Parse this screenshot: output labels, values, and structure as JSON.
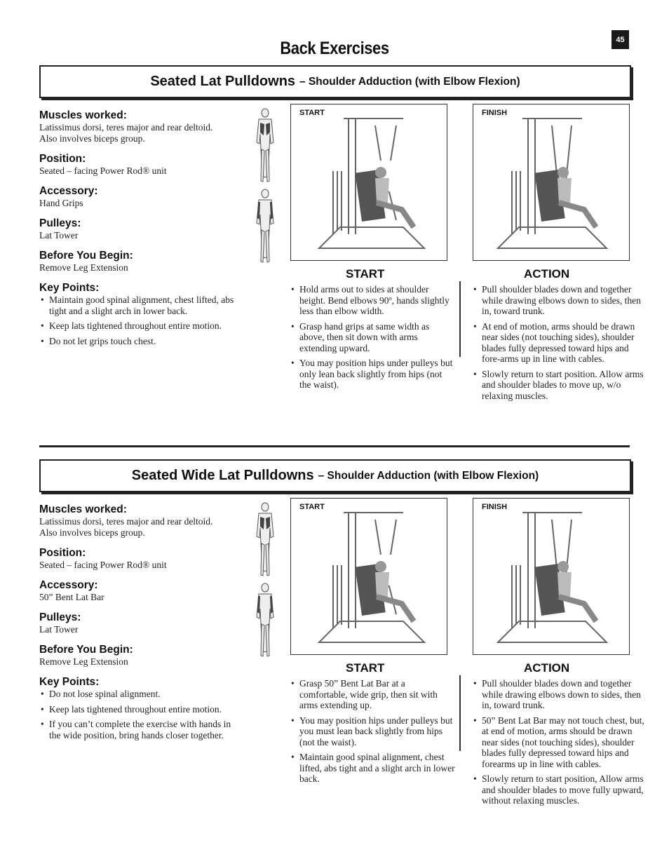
{
  "page_number": "45",
  "page_title": "Back Exercises",
  "exercises": [
    {
      "title": "Seated Lat Pulldowns",
      "subtitle": "– Shoulder Adduction (with Elbow Flexion)",
      "muscles_label": "Muscles worked:",
      "muscles_value": "Latissimus dorsi, teres major and rear deltoid. Also involves biceps group.",
      "position_label": "Position:",
      "position_value": "Seated – facing Power Rod® unit",
      "accessory_label": "Accessory:",
      "accessory_value": "Hand Grips",
      "pulleys_label": "Pulleys:",
      "pulleys_value": "Lat Tower",
      "before_label": "Before You Begin:",
      "before_value": "Remove Leg Extension",
      "keypoints_label": "Key Points:",
      "keypoints": [
        "Maintain good spinal alignment, chest lifted, abs tight and a slight arch in lower back.",
        "Keep lats tightened throughout entire motion.",
        "Do not let grips touch chest."
      ],
      "photo_start_tag": "START",
      "photo_finish_tag": "FINISH",
      "start_heading": "START",
      "start_points": [
        "Hold arms out to sides at shoulder height. Bend elbows 90º, hands slightly less than elbow width.",
        "Grasp hand grips at same width as above, then sit down with arms extending upward.",
        "You may position hips under pulleys but only lean back slightly from hips (not the waist)."
      ],
      "action_heading": "ACTION",
      "action_points": [
        "Pull shoulder blades down and together while drawing elbows down to sides, then in, toward trunk.",
        "At end of motion, arms should be drawn near sides (not touching sides), shoulder blades fully depressed toward hips and fore-arms up in line with cables.",
        "Slowly return to start position. Allow arms and shoulder blades to move up, w/o relaxing muscles."
      ]
    },
    {
      "title": "Seated Wide Lat Pulldowns",
      "subtitle": "– Shoulder Adduction (with Elbow Flexion)",
      "muscles_label": "Muscles worked:",
      "muscles_value": "Latissimus dorsi, teres major and rear deltoid. Also involves biceps group.",
      "position_label": "Position:",
      "position_value": "Seated – facing Power Rod® unit",
      "accessory_label": "Accessory:",
      "accessory_value": "50” Bent Lat Bar",
      "pulleys_label": "Pulleys:",
      "pulleys_value": "Lat Tower",
      "before_label": "Before You Begin:",
      "before_value": "Remove Leg Extension",
      "keypoints_label": "Key Points:",
      "keypoints": [
        "Do not lose spinal alignment.",
        "Keep lats tightened throughout entire motion.",
        "If you can’t complete the exercise with hands in the wide position, bring hands closer together."
      ],
      "photo_start_tag": "START",
      "photo_finish_tag": "FINISH",
      "start_heading": "START",
      "start_points": [
        "Grasp 50” Bent Lat Bar at a comfortable, wide grip, then sit with arms extending up.",
        "You may position hips under pulleys but you must lean back slightly from hips (not the waist).",
        "Maintain good spinal alignment, chest lifted, abs tight and a slight arch in lower back."
      ],
      "action_heading": "ACTION",
      "action_points": [
        "Pull shoulder blades down and together while drawing elbows down to sides, then in, toward trunk.",
        "50” Bent Lat Bar may not touch chest, but, at end of motion, arms should be drawn near sides (not touching sides), shoulder blades fully depressed toward hips and forearms up in line with cables.",
        "Slowly return to start position, Allow arms and shoulder blades to move fully upward, without relaxing muscles."
      ]
    }
  ]
}
